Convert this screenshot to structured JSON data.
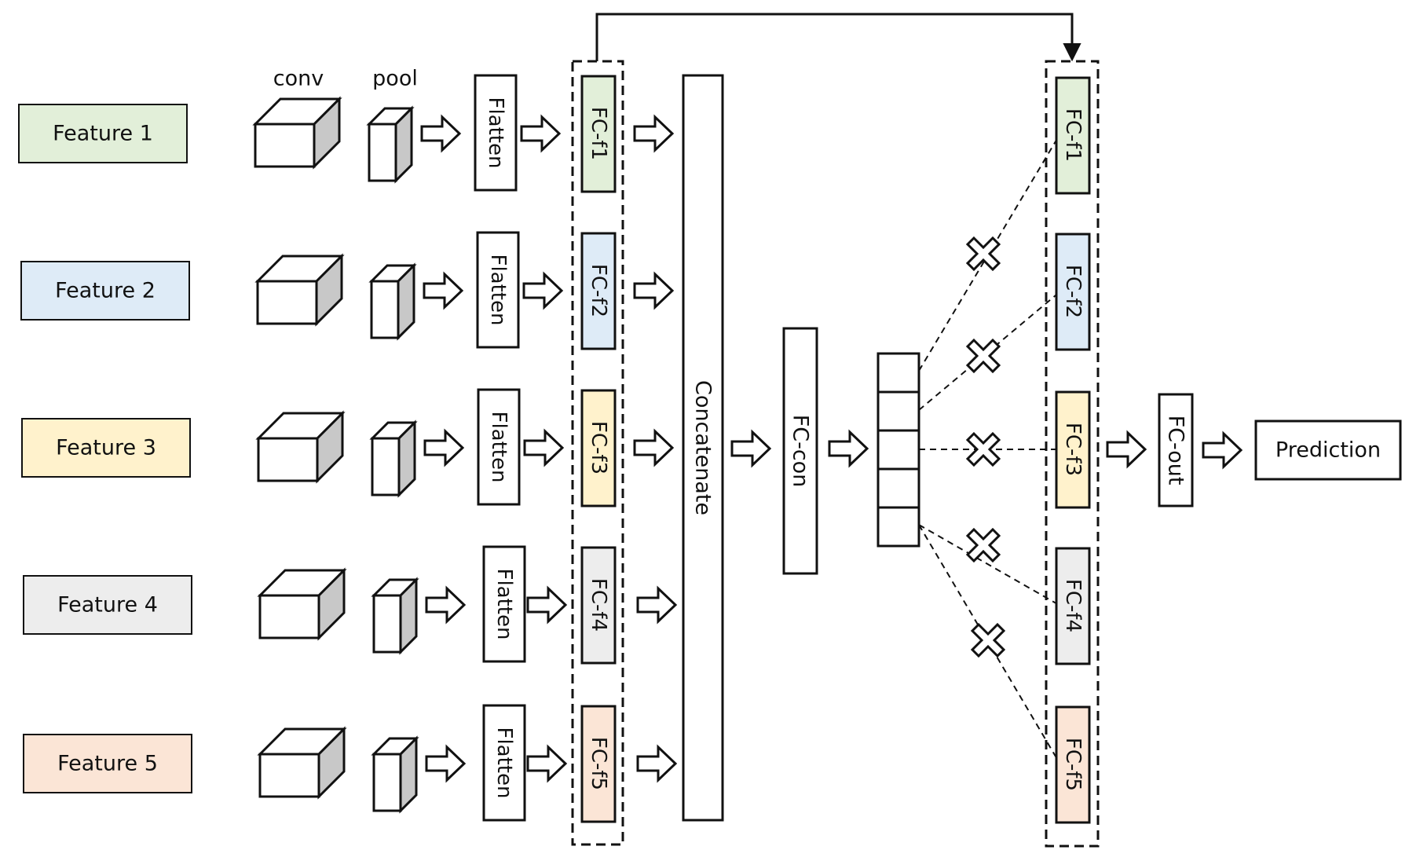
{
  "labels": {
    "conv": "conv",
    "pool": "pool",
    "flatten": "Flatten",
    "concatenate": "Concatenate",
    "fc_con": "FC-con",
    "fc_out": "FC-out",
    "prediction": "Prediction"
  },
  "features": [
    {
      "label": "Feature 1",
      "fc": "FC-f1",
      "color": "#e2efd9"
    },
    {
      "label": "Feature 2",
      "fc": "FC-f2",
      "color": "#deebf7"
    },
    {
      "label": "Feature 3",
      "fc": "FC-f3",
      "color": "#fff2cc"
    },
    {
      "label": "Feature 4",
      "fc": "FC-f4",
      "color": "#ededed"
    },
    {
      "label": "Feature 5",
      "fc": "FC-f5",
      "color": "#fbe5d6"
    }
  ],
  "colors": {
    "stroke": "#111111",
    "cube_side": "#c8c8c8",
    "background": "#ffffff"
  }
}
